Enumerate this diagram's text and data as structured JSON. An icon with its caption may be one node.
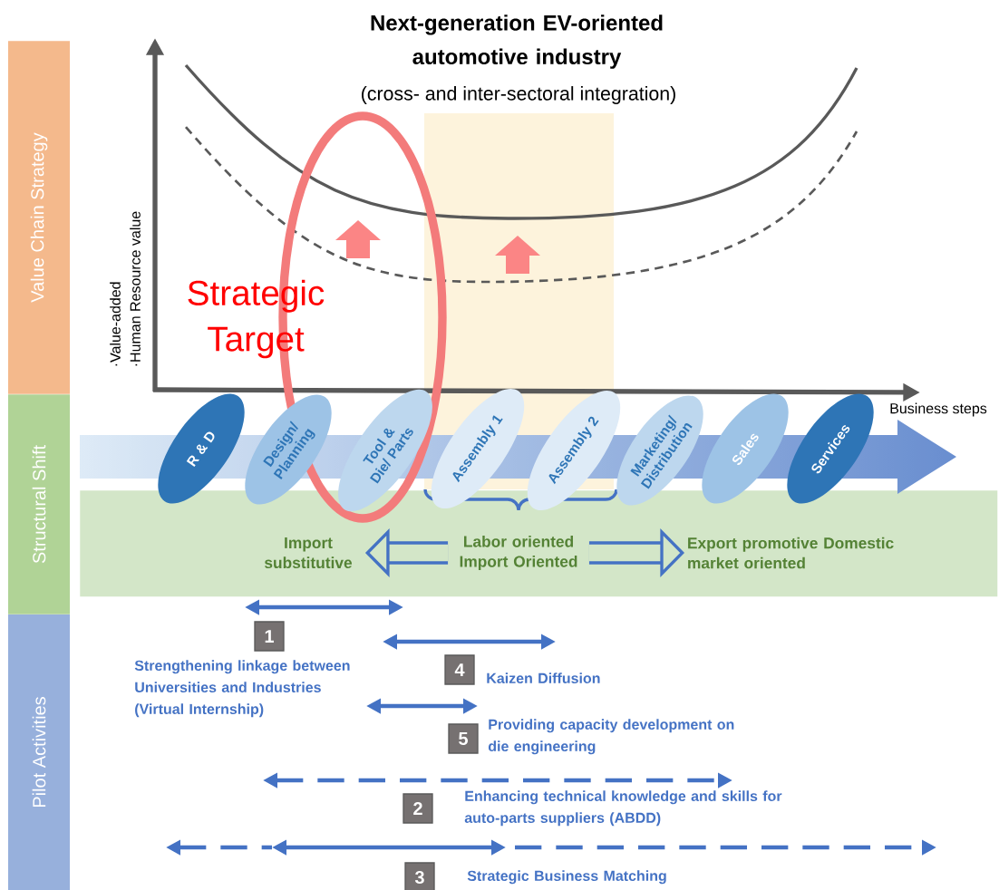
{
  "diagram": {
    "title": "Next-generation EV-oriented automotive industry",
    "nodes": [
      {
        "text": [
          "Value Chain Strategy"
        ]
      },
      {
        "text": [
          "Structural Shift"
        ]
      },
      {
        "text": [
          "Pilot Activities"
        ]
      },
      {
        "text": [
          "R & D"
        ]
      },
      {
        "text": [
          "Design/ Planning"
        ]
      },
      {
        "text": [
          "Tool & Die/ Parts"
        ]
      },
      {
        "text": [
          "Assembly 1"
        ]
      },
      {
        "text": [
          "Assembly 2"
        ]
      },
      {
        "text": [
          "Marketing/ Distribution"
        ]
      },
      {
        "text": [
          "Sales"
        ]
      },
      {
        "text": [
          "Services"
        ]
      },
      {
        "text": [],
        "shape": "band"
      },
      {
        "text": [
          "Import substitutive"
        ],
        "in": 11
      },
      {
        "text": [
          "Labor oriented Import Oriented"
        ],
        "in": 11
      },
      {
        "text": [
          "Export promotive Domestic market oriented"
        ],
        "in": 11
      },
      {
        "text": [
          "1"
        ],
        "beside": [
          "Strengthening linkage between Universities and Industries (Virtual Internship)"
        ]
      },
      {
        "text": [
          "4"
        ],
        "beside": [
          "Kaizen Diffusion"
        ]
      },
      {
        "text": [
          "5"
        ],
        "beside": [
          "Providing capacity development on die engineering"
        ]
      },
      {
        "text": [
          "2"
        ],
        "beside": [
          "Enhancing technical knowledge and skills for auto-parts suppliers (ABDD)"
        ]
      },
      {
        "text": [
          "3"
        ],
        "beside": [
          "Strategic Business Matching"
        ]
      }
    ],
    "edges": [
      {
        "from": 13,
        "to": 12,
        "arrow": "to"
      },
      {
        "from": 13,
        "to": 14,
        "arrow": "to"
      }
    ],
    "labels": [
      "(cross- and inter-sectoral integration)",
      "·Value-added",
      "·Human Resource value",
      "Strategic Target",
      "Business steps"
    ]
  }
}
